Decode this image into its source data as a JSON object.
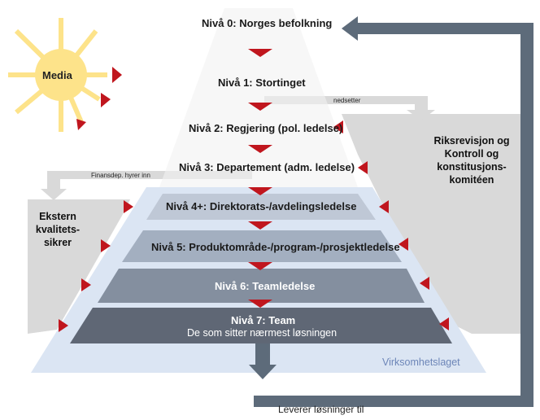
{
  "levels": {
    "l0": "Nivå 0: Norges befolkning",
    "l1": "Nivå 1: Stortinget",
    "l2": "Nivå 2: Regjering (pol. ledelse)",
    "l3": "Nivå 3: Departement (adm. ledelse)",
    "l4": "Nivå 4+: Direktorats-/avdelingsledelse",
    "l5": "Nivå 5: Produktområde-/program-/prosjektledelse",
    "l6": "Nivå 6: Teamledelse",
    "l7": "Nivå 7: Team",
    "l7_sub": "De som sitter nærmest løsningen"
  },
  "media": "Media",
  "arrows": {
    "nedsetter": "nedsetter",
    "finansdep": "Finansdep. hyrer inn",
    "leverer": "Leverer løsninger til"
  },
  "left_box": {
    "line1": "Ekstern",
    "line2": "kvalitets-",
    "line3": "sikrer"
  },
  "right_box": {
    "line1": "Riksrevisjon og",
    "line2": "Kontroll og",
    "line3": "konstitusjons-",
    "line4": "komitéen"
  },
  "virksomhet": "Virksomhetslaget",
  "colors": {
    "red": "#c0161e",
    "dark_slate": "#5d6b7a",
    "light_blue": "#dbe5f3",
    "level4": "#bfc8d6",
    "level5": "#a3afc0",
    "level6": "#848f9f",
    "level7": "#5f6775",
    "sun": "#fde38a",
    "sun_ray": "#fde38a",
    "side_gray": "#d9d9d9"
  }
}
